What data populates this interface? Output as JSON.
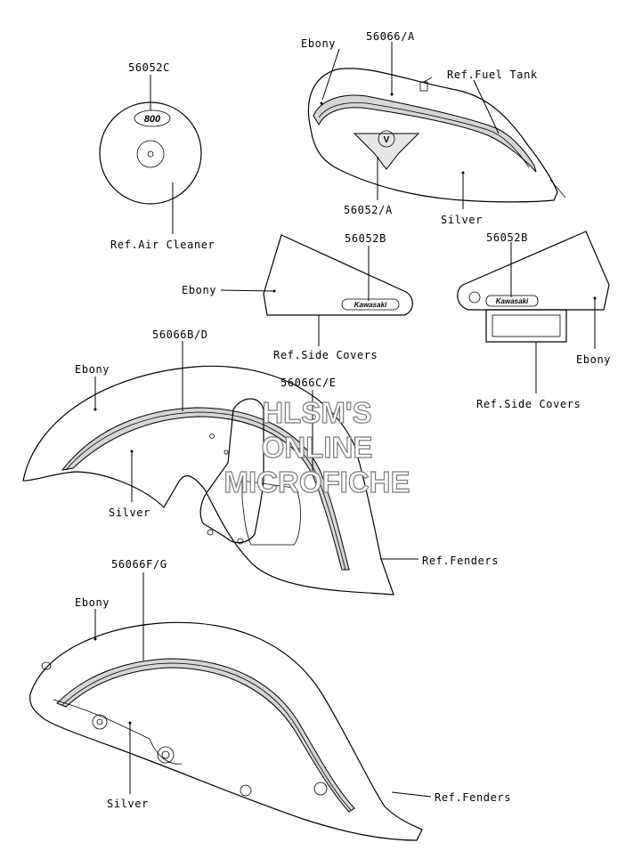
{
  "labels": {
    "p_56052c": "56052C",
    "ref_air_cleaner": "Ref.Air Cleaner",
    "ebony_tank": "Ebony",
    "p_56066a": "56066/A",
    "ref_fuel_tank": "Ref.Fuel Tank",
    "p_56052a": "56052/A",
    "silver_tank": "Silver",
    "p_56052b_left": "56052B",
    "ebony_side_left": "Ebony",
    "ref_side_covers_left": "Ref.Side Covers",
    "p_56052b_right": "56052B",
    "ebony_side_right": "Ebony",
    "ref_side_covers_right": "Ref.Side Covers",
    "p_56066bd": "56066B/D",
    "ebony_front": "Ebony",
    "p_56066ce": "56066C/E",
    "silver_front": "Silver",
    "ref_fenders_front": "Ref.Fenders",
    "p_56066fg": "56066F/G",
    "ebony_rear": "Ebony",
    "silver_rear": "Silver",
    "ref_fenders_rear": "Ref.Fenders"
  },
  "badges": {
    "air_cleaner_logo": "800",
    "tank_emblem": "V",
    "side_badge_left": "Kawasaki",
    "side_badge_right": "Kawasaki"
  },
  "watermark": {
    "line1": "HLSM'S",
    "line2": "ONLINE",
    "line3": "MICROFICHE"
  }
}
